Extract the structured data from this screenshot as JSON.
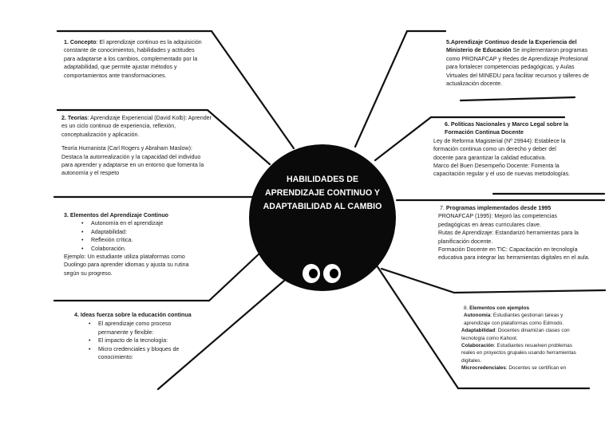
{
  "central_title": "HABILIDADES DE APRENDIZAJE CONTINUO Y ADAPTABILIDAD AL CAMBIO",
  "decor": {
    "eyes_icon": "cartoon-eyes-icon"
  },
  "colors": {
    "circle": "#0a0a0a",
    "lines": "#111111",
    "text": "#1a1a1a"
  },
  "b1": {
    "heading": "1. Concepto",
    "text": ": El aprendizaje continuo es la adquisición constante de conocimientos, habilidades y actitudes para adaptarse a los cambios, complementado por la adaptabilidad, que permite ajustar métodos y comportamientos ante transformaciones."
  },
  "b2": {
    "heading": "2. Teorías",
    "text": ": Aprendizaje Experiencial (David Kolb): Aprender es un ciclo continuo de experiencia, reflexión, conceptualización y aplicación.",
    "p2": "Teoría Humanista (Carl Rogers y Abraham Maslow): Destaca la autorrealización y la capacidad del individuo para aprender y adaptarse en un entorno que fomenta la autonomía y el respeto"
  },
  "b3": {
    "heading": "3. Elementos del Aprendizaje Continuo",
    "items": [
      "Autonomía en el aprendizaje",
      "Adaptabilidad:",
      "Reflexión crítica.",
      "Colaboración."
    ],
    "example": "Ejemplo: Un estudiante utiliza plataformas como Duolingo para aprender idiomas y ajusta su rutina según su progreso."
  },
  "b4": {
    "heading": "4. Ideas fuerza sobre la educación continua",
    "items": [
      "El aprendizaje como proceso permanente y flexible:",
      "El impacto de la tecnología:",
      "Micro credenciales y bloques de conocimiento:"
    ]
  },
  "b5": {
    "heading": "5.Aprendizaje Continuo desde la Experiencia del Ministerio de Educación",
    "text": " Se implementaron programas como PRONAFCAP y Redes de Aprendizaje Profesional para fortalecer competencias pedagógicas, y Aulas Virtuales del MINEDU para facilitar recursos y talleres de actualización docente."
  },
  "b6": {
    "heading": "6.      Políticas Nacionales y Marco Legal sobre la Formación Continua Docente",
    "p1": "Ley de Reforma Magisterial (Nº 29944): Establece la formación continua como un derecho y deber del docente para garantizar la calidad educativa.",
    "p2": "Marco del Buen Desempeño Docente: Fomenta la capacitación regular y el uso de nuevas metodologías."
  },
  "b7": {
    "heading": "Programas implementados desde 1995",
    "number": "7. ",
    "p1": "PRONAFCAP (1995): Mejoró las competencias pedagógicas en áreas curriculares clave.",
    "p2": "Rutas de Aprendizaje: Estandarizó herramientas para la planificación docente.",
    "p3": "Formación Docente en TIC: Capacitación en tecnología educativa para integrar las herramientas digitales en el aula."
  },
  "b8": {
    "number": "8. ",
    "heading": "Elementos con ejemplos",
    "items": [
      {
        "term": "Autonomía",
        "text": ": Estudiantes gestionan tareas y aprendizaje con plataformas como Edmodo."
      },
      {
        "term": "Adaptabilidad",
        "text": ": Docentes dinamizan clases con tecnología como Kahoot."
      },
      {
        "term": "Colaboración",
        "text": ": Estudiantes resuelven problemas reales en proyectos grupales usando herramientas digitales."
      },
      {
        "term": "Microcredenciales",
        "text": ": Docentes se certifican en"
      }
    ]
  }
}
